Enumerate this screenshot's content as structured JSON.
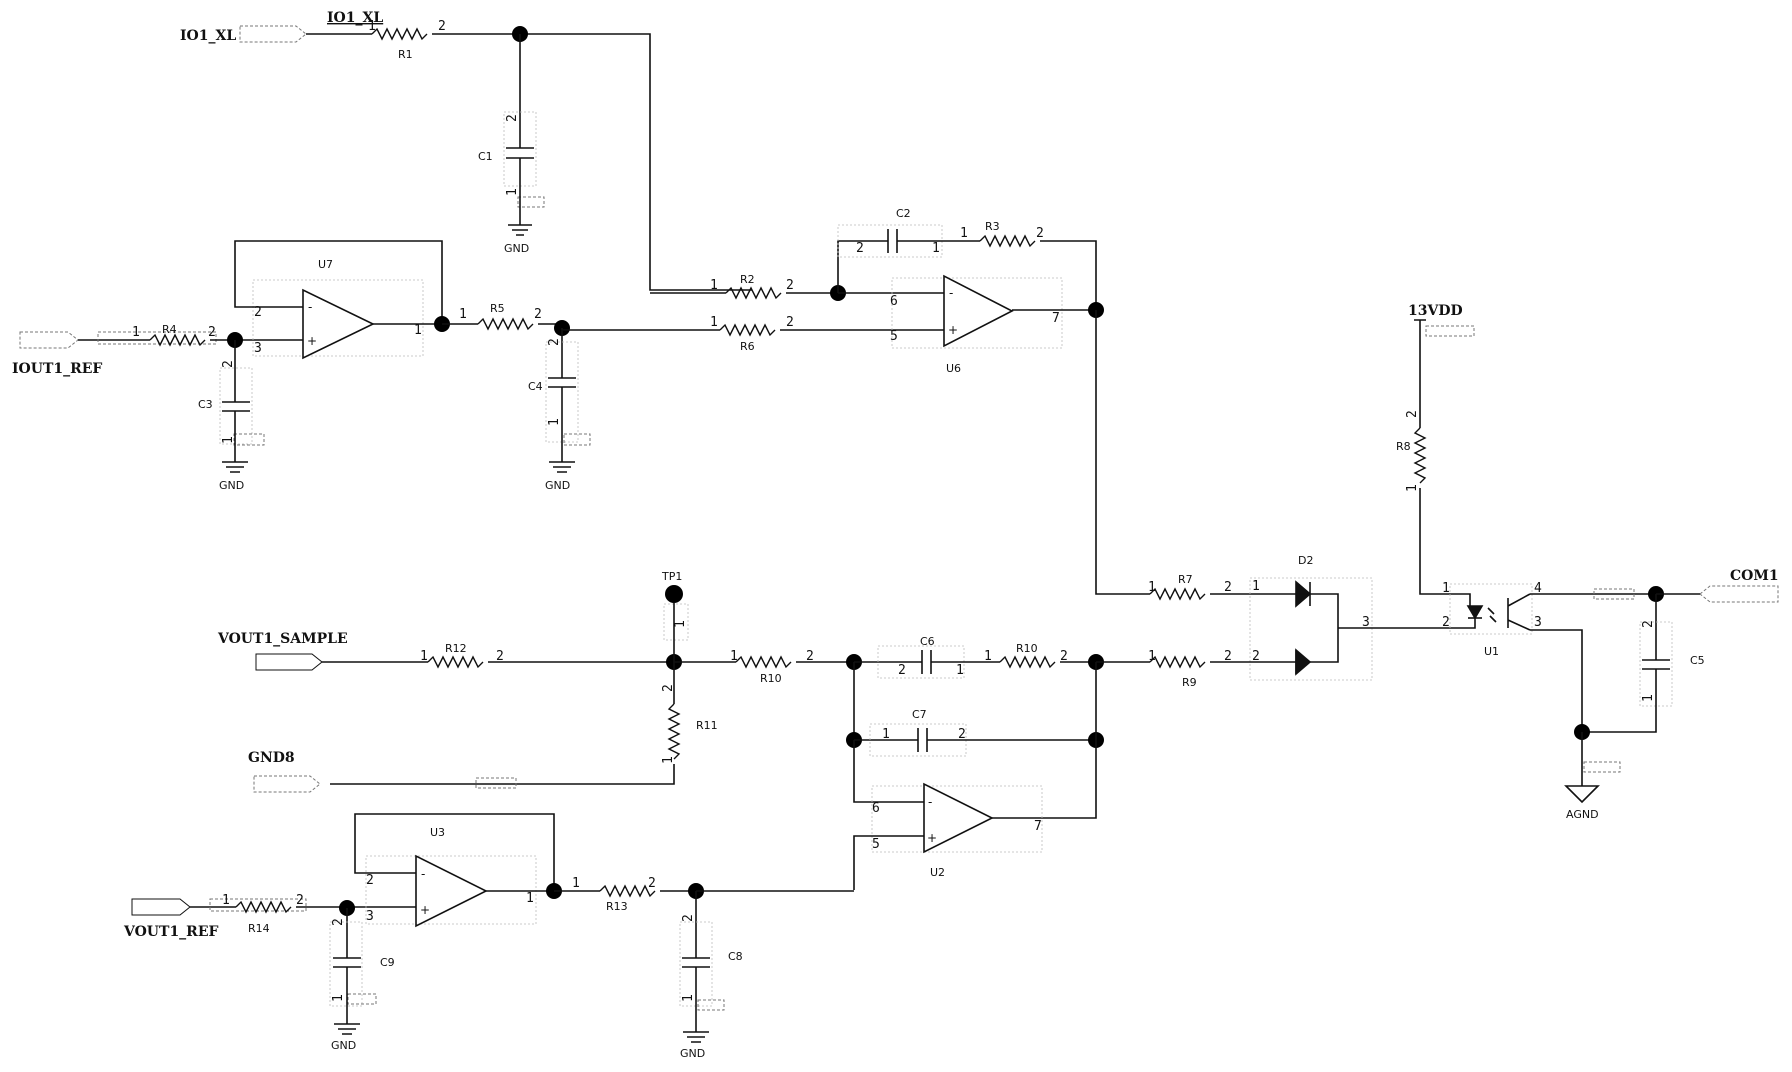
{
  "nets": {
    "io1_xl_port": "IO1_XL",
    "io1_xl_label": "IO1_XL",
    "iout1_ref": "IOUT1_REF",
    "vout1_sample": "VOUT1_SAMPLE",
    "gnd8": "GND8",
    "vout1_ref": "VOUT1_REF",
    "vdd13": "13VDD",
    "com1": "COM1",
    "gnd": "GND",
    "agnd": "AGND"
  },
  "refs": {
    "R1": "R1",
    "R2": "R2",
    "R3": "R3",
    "R4": "R4",
    "R5": "R5",
    "R6": "R6",
    "R7": "R7",
    "R8": "R8",
    "R9": "R9",
    "R10a": "R10",
    "R10b": "R10",
    "R11": "R11",
    "R12": "R12",
    "R13": "R13",
    "R14": "R14",
    "C1": "C1",
    "C2": "C2",
    "C3": "C3",
    "C4": "C4",
    "C5": "C5",
    "C6": "C6",
    "C7": "C7",
    "C8": "C8",
    "C9": "C9",
    "U1": "U1",
    "U2": "U2",
    "U3": "U3",
    "U6": "U6",
    "U7": "U7",
    "D2": "D2",
    "TP1": "TP1"
  },
  "pins": {
    "p1": "1",
    "p2": "2",
    "p3": "3",
    "p4": "4",
    "p5": "5",
    "p6": "6",
    "p7": "7"
  },
  "signs": {
    "minus": "-",
    "plus": "+"
  }
}
